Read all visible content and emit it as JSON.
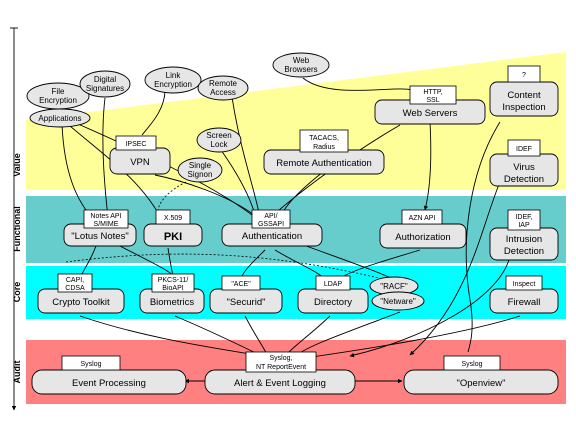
{
  "bands": {
    "value": "Value",
    "functional": "Functional",
    "core": "Core",
    "audit": "Audit"
  },
  "colors": {
    "value": "#ffff99",
    "functional": "#66cccc",
    "core": "#00ffff",
    "audit": "#ff8080",
    "box": "#e6e6e6"
  },
  "ovals": {
    "file_encryption": [
      "File",
      "Encryption"
    ],
    "applications": "Applications",
    "digital_signatures": [
      "Digital",
      "Signatures"
    ],
    "link_encryption": [
      "Link",
      "Encryption"
    ],
    "remote_access": [
      "Remote",
      "Access"
    ],
    "web_browsers": [
      "Web",
      "Browsers"
    ],
    "screen_lock": [
      "Screen",
      "Lock"
    ],
    "single_signon": [
      "Single",
      "Signon"
    ],
    "racf": "\"RACF\"",
    "netware": "\"Netware\""
  },
  "boxes": {
    "vpn": {
      "tag": "IPSEC",
      "label": "VPN"
    },
    "remote_auth": {
      "tag": [
        "TACACS,",
        "Radius"
      ],
      "label": "Remote Authentication"
    },
    "web_servers": {
      "tag": [
        "HTTP,",
        "SSL"
      ],
      "label": "Web Servers"
    },
    "content_inspection": {
      "tag": "?",
      "label": [
        "Content",
        "Inspection"
      ]
    },
    "virus_detection": {
      "tag": "IDEF",
      "label": [
        "Virus",
        "Detection"
      ]
    },
    "lotus_notes": {
      "tag": [
        "Notes API",
        "S/MIME"
      ],
      "label": "\"Lotus Notes\""
    },
    "pki": {
      "tag": "X.509",
      "label": "PKI"
    },
    "authentication": {
      "tag": [
        "API/",
        "GSSAPI"
      ],
      "label": "Authentication"
    },
    "authorization": {
      "tag": "AZN API",
      "label": "Authorization"
    },
    "intrusion_detection": {
      "tag": [
        "IDEF,",
        "IAP"
      ],
      "label": [
        "Intrusion",
        "Detection"
      ]
    },
    "crypto_toolkit": {
      "tag": [
        "CAPI,",
        "CDSA"
      ],
      "label": "Crypto Toolkit"
    },
    "biometrics": {
      "tag": [
        "PKCS-11/",
        "BioAPI"
      ],
      "label": "Biometrics"
    },
    "securid": {
      "tag": "\"ACE\"",
      "label": "\"Securid\""
    },
    "directory": {
      "tag": "LDAP",
      "label": "Directory"
    },
    "firewall": {
      "tag": "Inspect",
      "label": "Firewall"
    },
    "event_processing": {
      "tag": "Syslog",
      "label": "Event Processing"
    },
    "alert_logging": {
      "tag": [
        "Syslog,",
        "NT ReportEvent"
      ],
      "label": "Alert & Event Logging"
    },
    "openview": {
      "tag": "Syslog",
      "label": "\"Openview\""
    }
  }
}
